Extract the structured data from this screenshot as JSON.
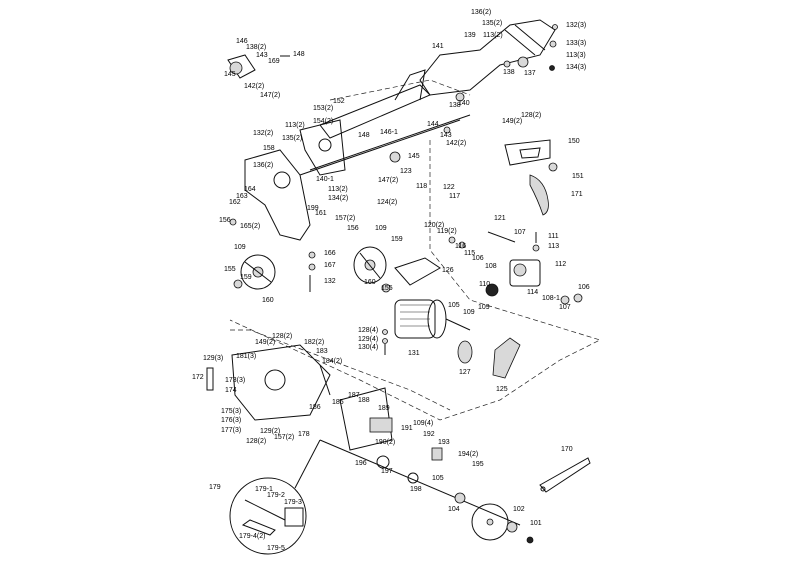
{
  "labels": [
    [
      "136(2)",
      471,
      14
    ],
    [
      "135(2)",
      482,
      25
    ],
    [
      "113(2)",
      483,
      37
    ],
    [
      "139",
      464,
      37
    ],
    [
      "132(3)",
      566,
      27
    ],
    [
      "133(3)",
      566,
      45
    ],
    [
      "113(3)",
      566,
      57
    ],
    [
      "134(3)",
      566,
      69
    ],
    [
      "138",
      503,
      74
    ],
    [
      "137",
      524,
      75
    ],
    [
      "141",
      432,
      48
    ],
    [
      "146",
      236,
      43
    ],
    [
      "138(2)",
      246,
      49
    ],
    [
      "143",
      256,
      57
    ],
    [
      "169",
      268,
      63
    ],
    [
      "148",
      293,
      56
    ],
    [
      "145",
      224,
      76
    ],
    [
      "142(2)",
      244,
      88
    ],
    [
      "147(2)",
      260,
      97
    ],
    [
      "152",
      333,
      103
    ],
    [
      "153(2)",
      313,
      110
    ],
    [
      "113(2)",
      285,
      127
    ],
    [
      "154(2)",
      313,
      123
    ],
    [
      "132(2)",
      253,
      135
    ],
    [
      "135(2)",
      282,
      140
    ],
    [
      "158",
      263,
      150
    ],
    [
      "136(2)",
      253,
      167
    ],
    [
      "140",
      458,
      105
    ],
    [
      "138",
      449,
      107
    ],
    [
      "143",
      440,
      137
    ],
    [
      "142(2)",
      446,
      145
    ],
    [
      "144",
      427,
      126
    ],
    [
      "146-1",
      380,
      134
    ],
    [
      "148",
      358,
      137
    ],
    [
      "145",
      408,
      158
    ],
    [
      "149(2)",
      502,
      123
    ],
    [
      "128(2)",
      521,
      117
    ],
    [
      "150",
      568,
      143
    ],
    [
      "151",
      572,
      178
    ],
    [
      "171",
      571,
      196
    ],
    [
      "140-1",
      316,
      181
    ],
    [
      "113(2)",
      328,
      191
    ],
    [
      "134(2)",
      328,
      200
    ],
    [
      "147(2)",
      378,
      182
    ],
    [
      "123",
      400,
      173
    ],
    [
      "118",
      416,
      188
    ],
    [
      "122",
      443,
      189
    ],
    [
      "117",
      449,
      198
    ],
    [
      "124(2)",
      377,
      204
    ],
    [
      "164",
      244,
      191
    ],
    [
      "163",
      236,
      198
    ],
    [
      "162",
      229,
      204
    ],
    [
      "156",
      219,
      222
    ],
    [
      "165(2)",
      240,
      228
    ],
    [
      "199",
      307,
      210
    ],
    [
      "161",
      315,
      215
    ],
    [
      "157(2)",
      335,
      220
    ],
    [
      "156",
      347,
      230
    ],
    [
      "109",
      375,
      230
    ],
    [
      "120(2)",
      424,
      227
    ],
    [
      "119(2)",
      437,
      233
    ],
    [
      "121",
      494,
      220
    ],
    [
      "107",
      514,
      234
    ],
    [
      "111",
      548,
      238
    ],
    [
      "113",
      548,
      248
    ],
    [
      "116",
      455,
      248
    ],
    [
      "115",
      464,
      255
    ],
    [
      "106",
      472,
      260
    ],
    [
      "108",
      485,
      268
    ],
    [
      "112",
      555,
      266
    ],
    [
      "109",
      234,
      249
    ],
    [
      "166",
      324,
      255
    ],
    [
      "167",
      324,
      267
    ],
    [
      "132",
      324,
      283
    ],
    [
      "155",
      224,
      271
    ],
    [
      "159",
      240,
      279
    ],
    [
      "160",
      262,
      302
    ],
    [
      "159",
      391,
      241
    ],
    [
      "160",
      364,
      284
    ],
    [
      "155",
      381,
      290
    ],
    [
      "126",
      442,
      272
    ],
    [
      "110",
      479,
      286
    ],
    [
      "114",
      527,
      294
    ],
    [
      "109",
      478,
      309
    ],
    [
      "108-1",
      542,
      300
    ],
    [
      "107",
      559,
      309
    ],
    [
      "106",
      578,
      289
    ],
    [
      "105",
      448,
      307
    ],
    [
      "109",
      463,
      314
    ],
    [
      "128(4)",
      358,
      332
    ],
    [
      "129(4)",
      358,
      341
    ],
    [
      "130(4)",
      358,
      349
    ],
    [
      "131",
      408,
      355
    ],
    [
      "127",
      459,
      374
    ],
    [
      "125",
      496,
      391
    ],
    [
      "128(2)",
      272,
      338
    ],
    [
      "149(2)",
      255,
      344
    ],
    [
      "182(2)",
      304,
      344
    ],
    [
      "183",
      316,
      353
    ],
    [
      "184(2)",
      322,
      363
    ],
    [
      "129(3)",
      203,
      360
    ],
    [
      "181(3)",
      236,
      358
    ],
    [
      "172",
      192,
      379
    ],
    [
      "173(3)",
      225,
      382
    ],
    [
      "174",
      225,
      392
    ],
    [
      "187",
      348,
      397
    ],
    [
      "188",
      358,
      402
    ],
    [
      "189",
      378,
      410
    ],
    [
      "186",
      309,
      409
    ],
    [
      "185",
      332,
      404
    ],
    [
      "175(3)",
      221,
      413
    ],
    [
      "176(3)",
      221,
      422
    ],
    [
      "177(3)",
      221,
      432
    ],
    [
      "129(2)",
      260,
      433
    ],
    [
      "128(2)",
      246,
      443
    ],
    [
      "157(2)",
      274,
      439
    ],
    [
      "178",
      298,
      436
    ],
    [
      "191",
      401,
      430
    ],
    [
      "109(4)",
      413,
      425
    ],
    [
      "192",
      423,
      436
    ],
    [
      "193",
      438,
      444
    ],
    [
      "194(2)",
      458,
      456
    ],
    [
      "195",
      472,
      466
    ],
    [
      "190(2)",
      375,
      444
    ],
    [
      "196",
      355,
      465
    ],
    [
      "197",
      381,
      473
    ],
    [
      "198",
      410,
      491
    ],
    [
      "105",
      432,
      480
    ],
    [
      "104",
      448,
      511
    ],
    [
      "102",
      513,
      511
    ],
    [
      "101",
      530,
      525
    ],
    [
      "170",
      561,
      451
    ],
    [
      "179",
      209,
      489
    ],
    [
      "179-1",
      255,
      491
    ],
    [
      "179-2",
      267,
      497
    ],
    [
      "179-3",
      284,
      504
    ],
    [
      "179-4(2)",
      239,
      538
    ],
    [
      "179-5",
      267,
      550
    ]
  ]
}
